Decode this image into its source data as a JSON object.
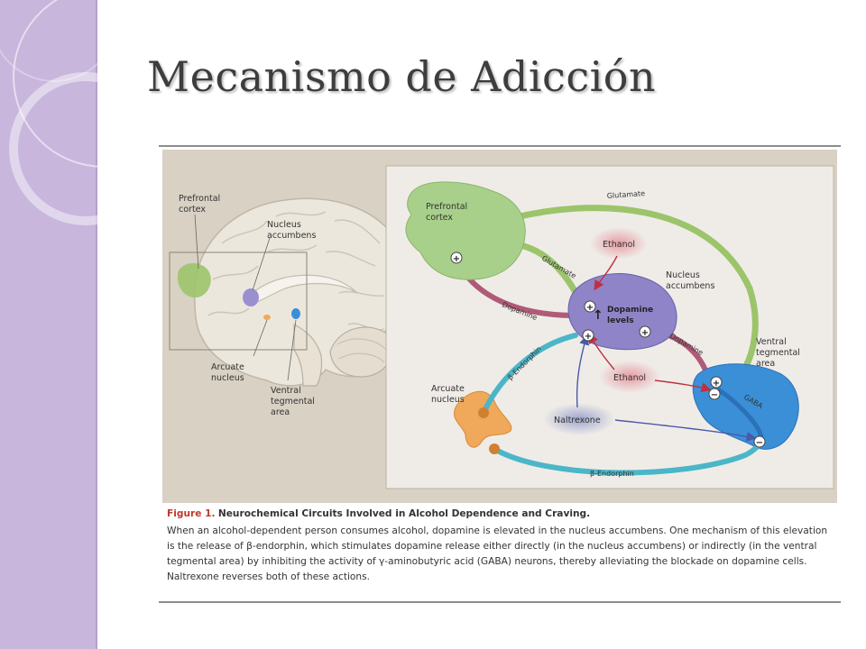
{
  "slide": {
    "title": "Mecanismo de Adicción"
  },
  "theme": {
    "sidebar_color": "#c9b6dc",
    "background_color": "#ffffff",
    "figure_panel_color": "#d8d1c4",
    "diagram_panel_color": "#efece8"
  },
  "brain_illustration": {
    "labels": {
      "prefrontal_cortex": [
        "Prefrontal",
        "cortex"
      ],
      "nucleus_accumbens": [
        "Nucleus",
        "accumbens"
      ],
      "arcuate_nucleus": [
        "Arcuate",
        "nucleus"
      ],
      "ventral_tegmental_area": [
        "Ventral",
        "tegmental",
        "area"
      ]
    }
  },
  "circuit_diagram": {
    "regions": {
      "prefrontal_cortex": [
        "Prefrontal",
        "cortex"
      ],
      "nucleus_accumbens": [
        "Nucleus",
        "accumbens"
      ],
      "dopamine_levels": [
        "Dopamine",
        "levels"
      ],
      "ventral_tegmental_area": [
        "Ventral",
        "tegmental",
        "area"
      ],
      "arcuate_nucleus": [
        "Arcuate",
        "nucleus"
      ]
    },
    "path_labels": {
      "glutamate_top": "Glutamate",
      "glutamate_inner": "Glutamate",
      "dopamine_left": "Dopamine",
      "dopamine_right": "Dopamine",
      "gaba": "GABA",
      "beta_endorphin_upper": "β-Endorphin",
      "beta_endorphin_lower": "β-Endorphin"
    },
    "substances": {
      "ethanol_top": "Ethanol",
      "ethanol_bottom": "Ethanol",
      "naltrexone": "Naltrexone"
    },
    "signs": {
      "plus": "+",
      "minus": "−",
      "up_arrow": "↑"
    },
    "colors": {
      "glutamate": "#9cc46a",
      "dopamine": "#b05a78",
      "beta_endorphin": "#4bb6c8",
      "gaba": "#2a72b8",
      "ethanol": "#e05a6a",
      "naltrexone": "#5a6ab8",
      "prefrontal_fill": "#a8d08a",
      "nucleus_fill": "#8f84c8",
      "vta_fill": "#3b8fd6",
      "arcuate_fill": "#f0a85a"
    }
  },
  "caption": {
    "label": "Figure 1.",
    "title": "Neurochemical Circuits Involved in Alcohol Dependence and Craving.",
    "body": "When an alcohol-dependent person consumes alcohol, dopamine is elevated in the nucleus accumbens. One mechanism of this elevation is the release of β-endorphin, which stimulates dopamine release either directly (in the nucleus accumbens) or indirectly (in the ventral tegmental area) by inhibiting the activity of γ-aminobutyric acid (GABA) neurons, thereby alleviating the blockade on dopamine cells. Naltrexone reverses both of these actions."
  }
}
